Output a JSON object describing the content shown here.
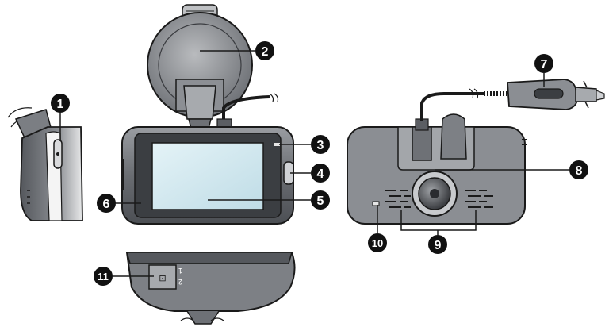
{
  "callouts": [
    {
      "id": "1",
      "label": "1"
    },
    {
      "id": "2",
      "label": "2"
    },
    {
      "id": "3",
      "label": "3"
    },
    {
      "id": "4",
      "label": "4"
    },
    {
      "id": "5",
      "label": "5"
    },
    {
      "id": "6",
      "label": "6"
    },
    {
      "id": "7",
      "label": "7"
    },
    {
      "id": "8",
      "label": "8"
    },
    {
      "id": "9",
      "label": "9"
    },
    {
      "id": "10",
      "label": "10"
    },
    {
      "id": "11",
      "label": "11"
    }
  ],
  "bottom_view": {
    "switch_marks": [
      "1",
      "2"
    ],
    "switch_glyph": "⊡"
  },
  "colors": {
    "ink": "#1a1a1a",
    "body_dark": "#5b5e63",
    "body_mid": "#8a8d92",
    "body_light": "#c9cbce",
    "screen": "#cfe6ee",
    "callout_bg": "#111111"
  }
}
